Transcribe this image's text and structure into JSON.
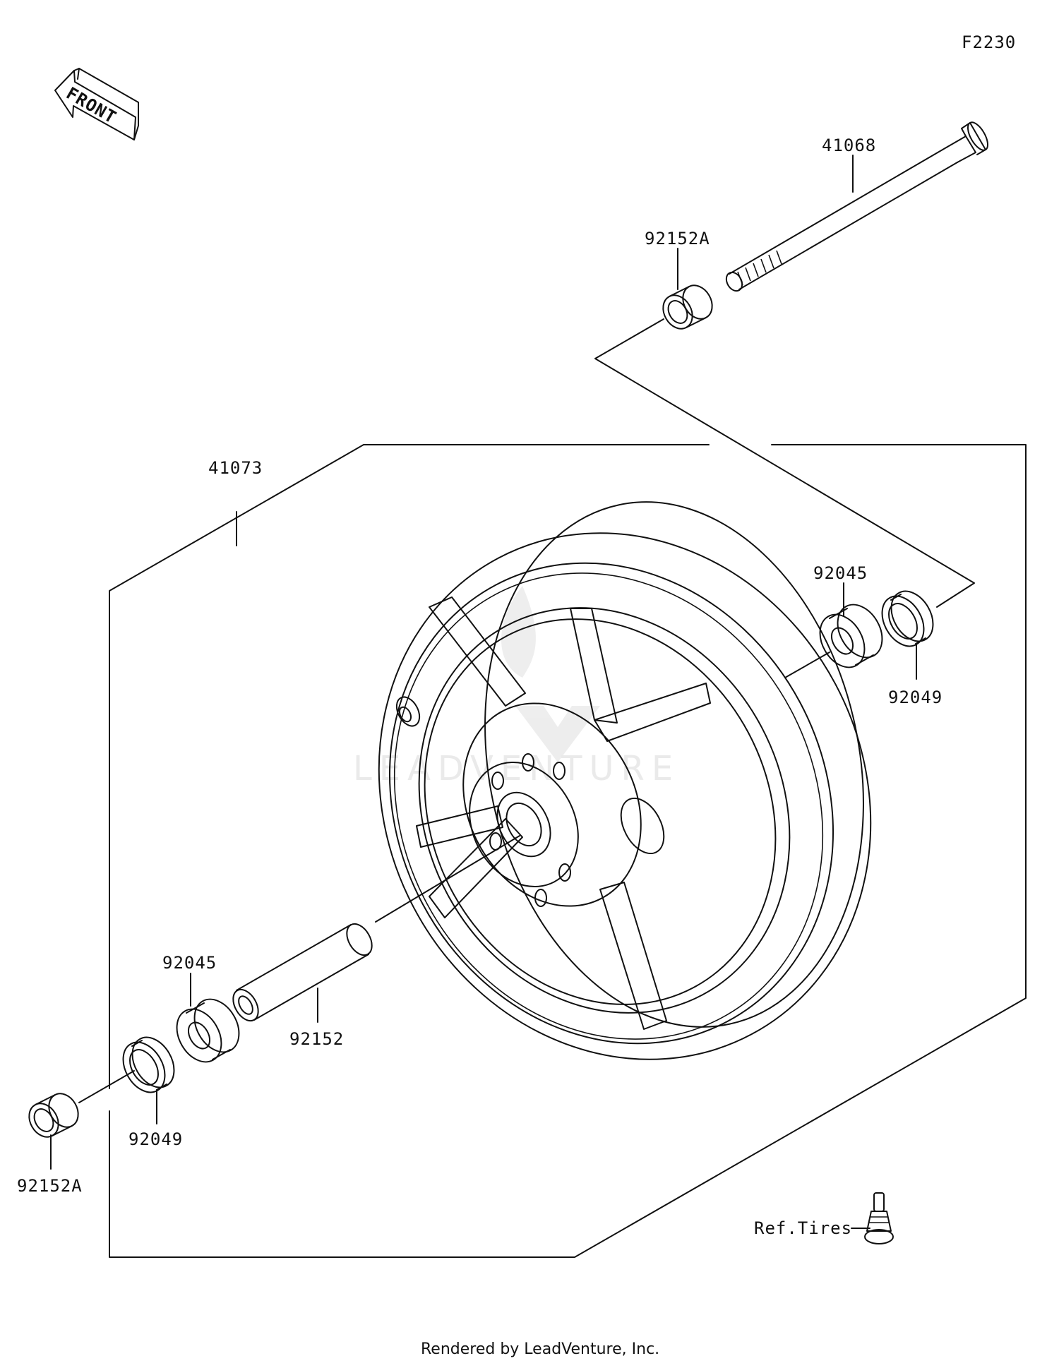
{
  "diagram_code": "F2230",
  "front_arrow_label": "FRONT",
  "parts": {
    "axle": "41068",
    "collar_top": "92152A",
    "wheel": "41073",
    "bearing_right": "92045",
    "seal_right": "92049",
    "bearing_left": "92045",
    "spacer": "92152",
    "seal_left": "92049",
    "collar_bottom": "92152A"
  },
  "ref_tires_label": "Ref.Tires",
  "watermark_text": "LEADVENTURE",
  "footer_text": "Rendered by LeadVenture, Inc."
}
